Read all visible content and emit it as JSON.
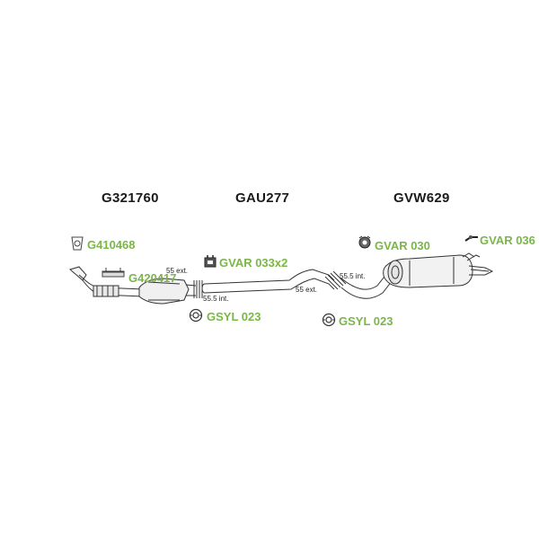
{
  "sections": {
    "front": "G321760",
    "middle": "GAU277",
    "rear": "GVW629"
  },
  "parts": {
    "gasket_front": "G410468",
    "bracket_front": "G420417",
    "clamp_mid": "GVAR 033x2",
    "clamp_rear": "GVAR 030",
    "hanger_rear": "GVAR 036",
    "seal_left": "GSYL 023",
    "seal_right": "GSYL 023"
  },
  "dimensions": {
    "front_ext": "55 ext.",
    "front_int": "55.5 int.",
    "rear_ext": "55 ext.",
    "rear_int": "55.5 int."
  },
  "colors": {
    "accent": "#7ab648",
    "line": "#333333"
  }
}
